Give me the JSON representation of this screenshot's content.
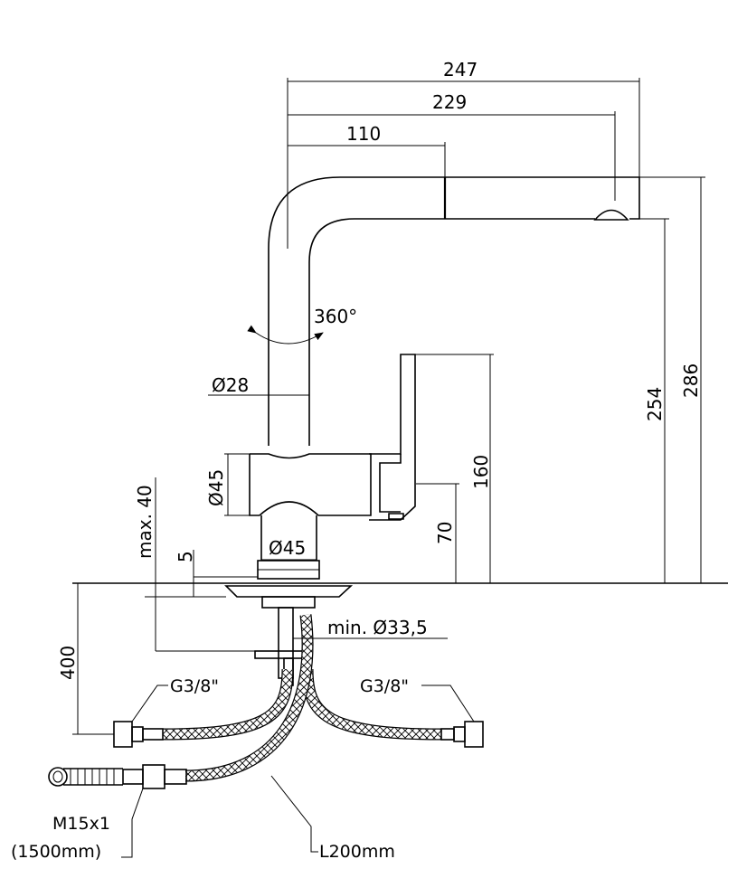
{
  "dimensions": {
    "d247": "247",
    "d229": "229",
    "d110": "110",
    "d286": "286",
    "d254": "254",
    "d160": "160",
    "d70": "70",
    "rotation": "360°",
    "dia28": "Ø28",
    "dia45_body": "Ø45",
    "dia45_base": "Ø45",
    "max40": "max. 40",
    "d5": "5",
    "hole": "min. Ø33,5",
    "d400": "400"
  },
  "connections": {
    "left_hose": "G3/8\"",
    "right_hose": "G3/8\"",
    "spray_thread": "M15x1",
    "spray_length": "(1500mm)",
    "hose_length": "L200mm"
  }
}
